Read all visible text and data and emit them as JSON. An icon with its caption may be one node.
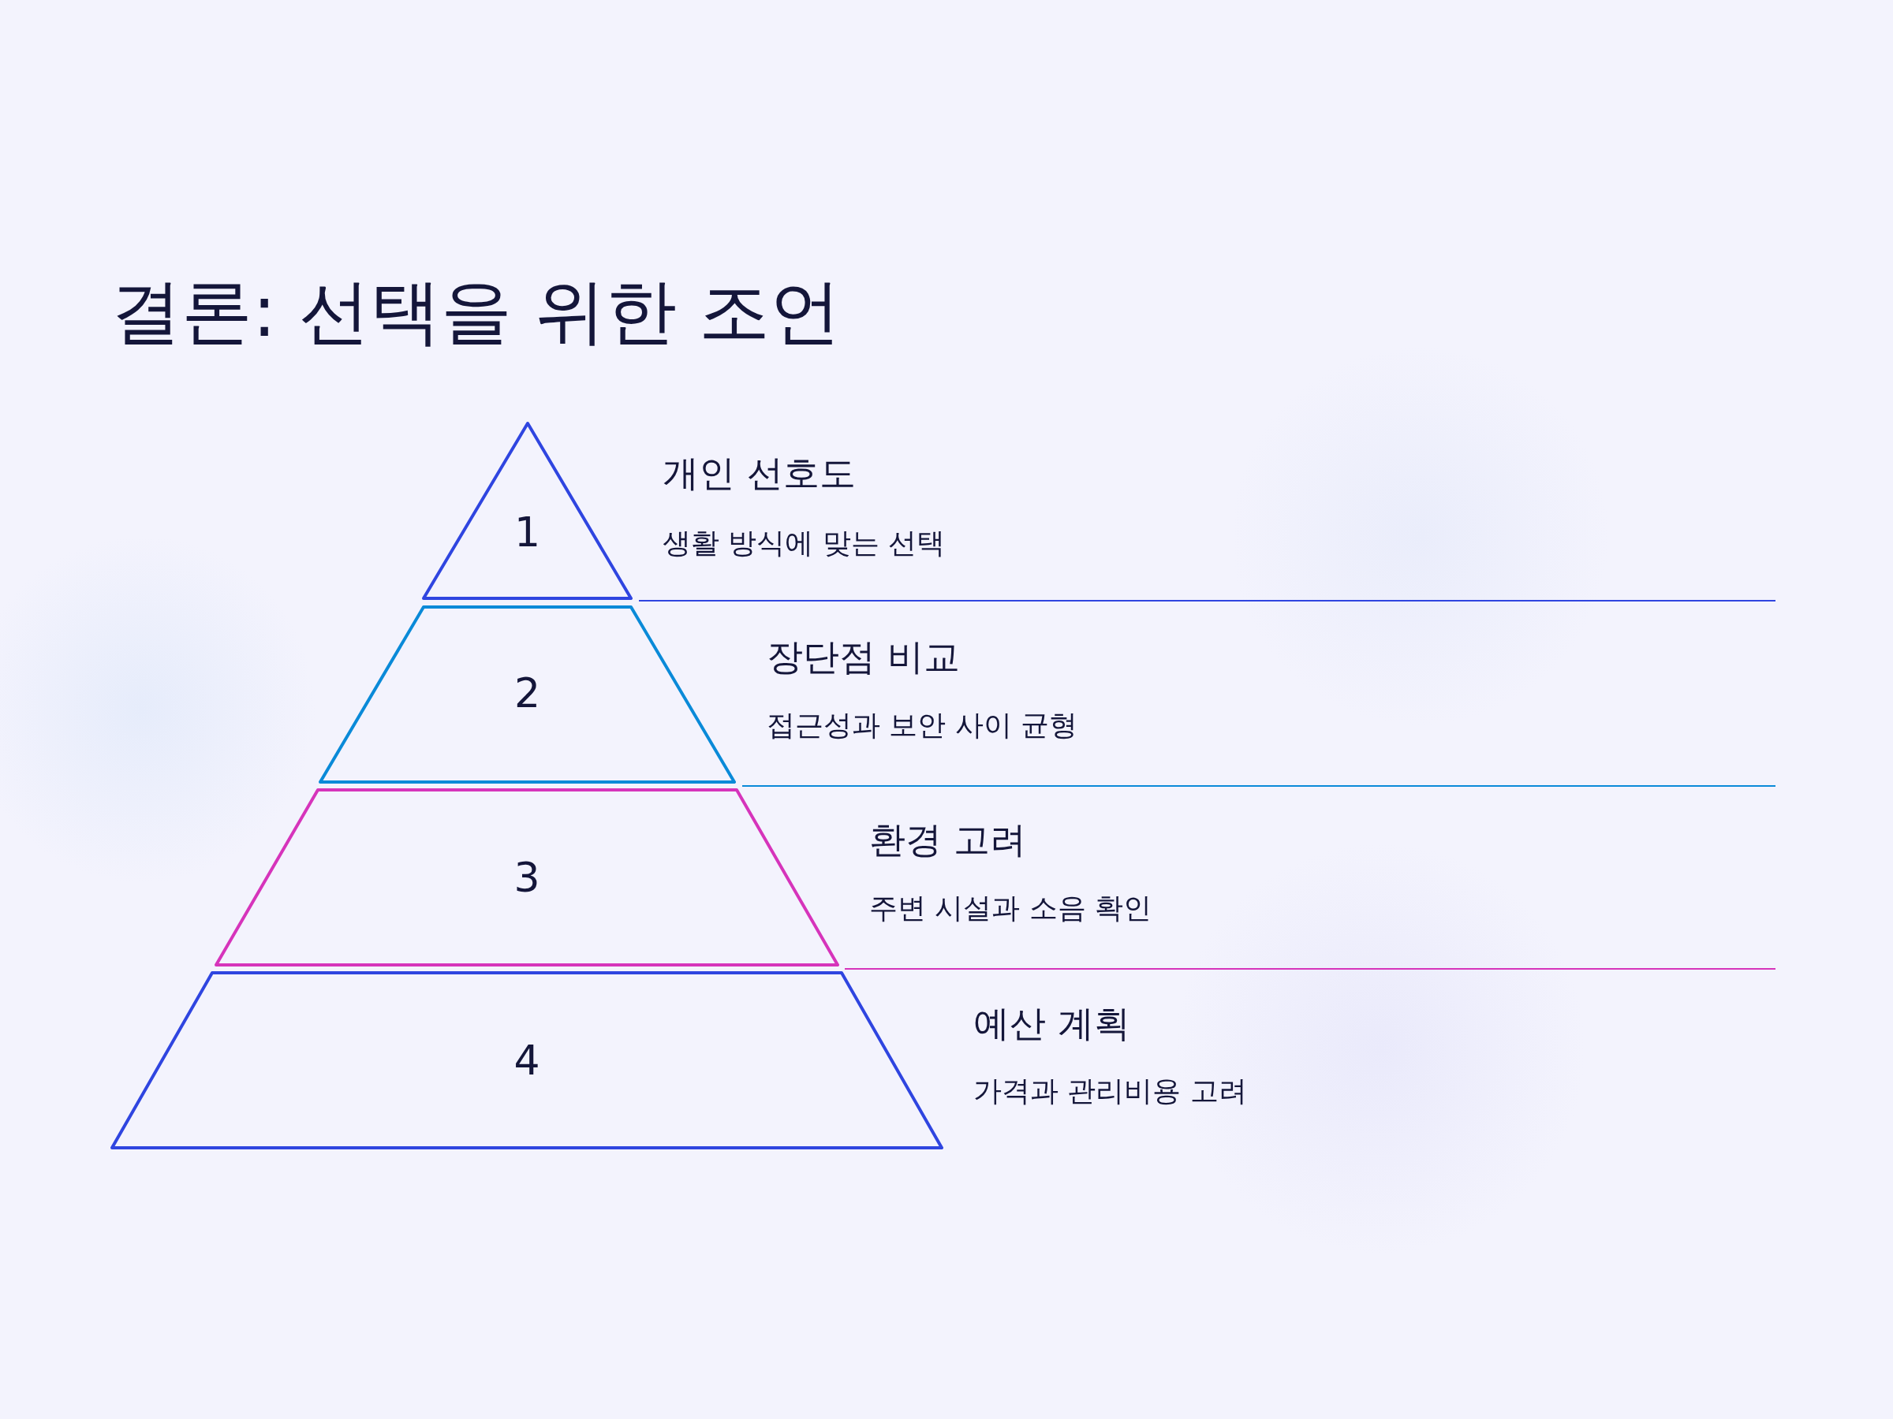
{
  "diagram": {
    "title": "결론: 선택을 위한 조언",
    "nodes": [
      {
        "text": [
          "1"
        ],
        "beside": [
          "개인 선호도",
          "생활 방식에 맞는 선택"
        ]
      },
      {
        "text": [
          "2"
        ],
        "beside": [
          "장단점 비교",
          "접근성과 보안 사이 균형"
        ]
      },
      {
        "text": [
          "3"
        ],
        "beside": [
          "환경 고려",
          "주변 시설과 소음 확인"
        ]
      },
      {
        "text": [
          "4"
        ],
        "beside": [
          "예산 계획",
          "가격과 관리비용 고려"
        ]
      }
    ]
  }
}
